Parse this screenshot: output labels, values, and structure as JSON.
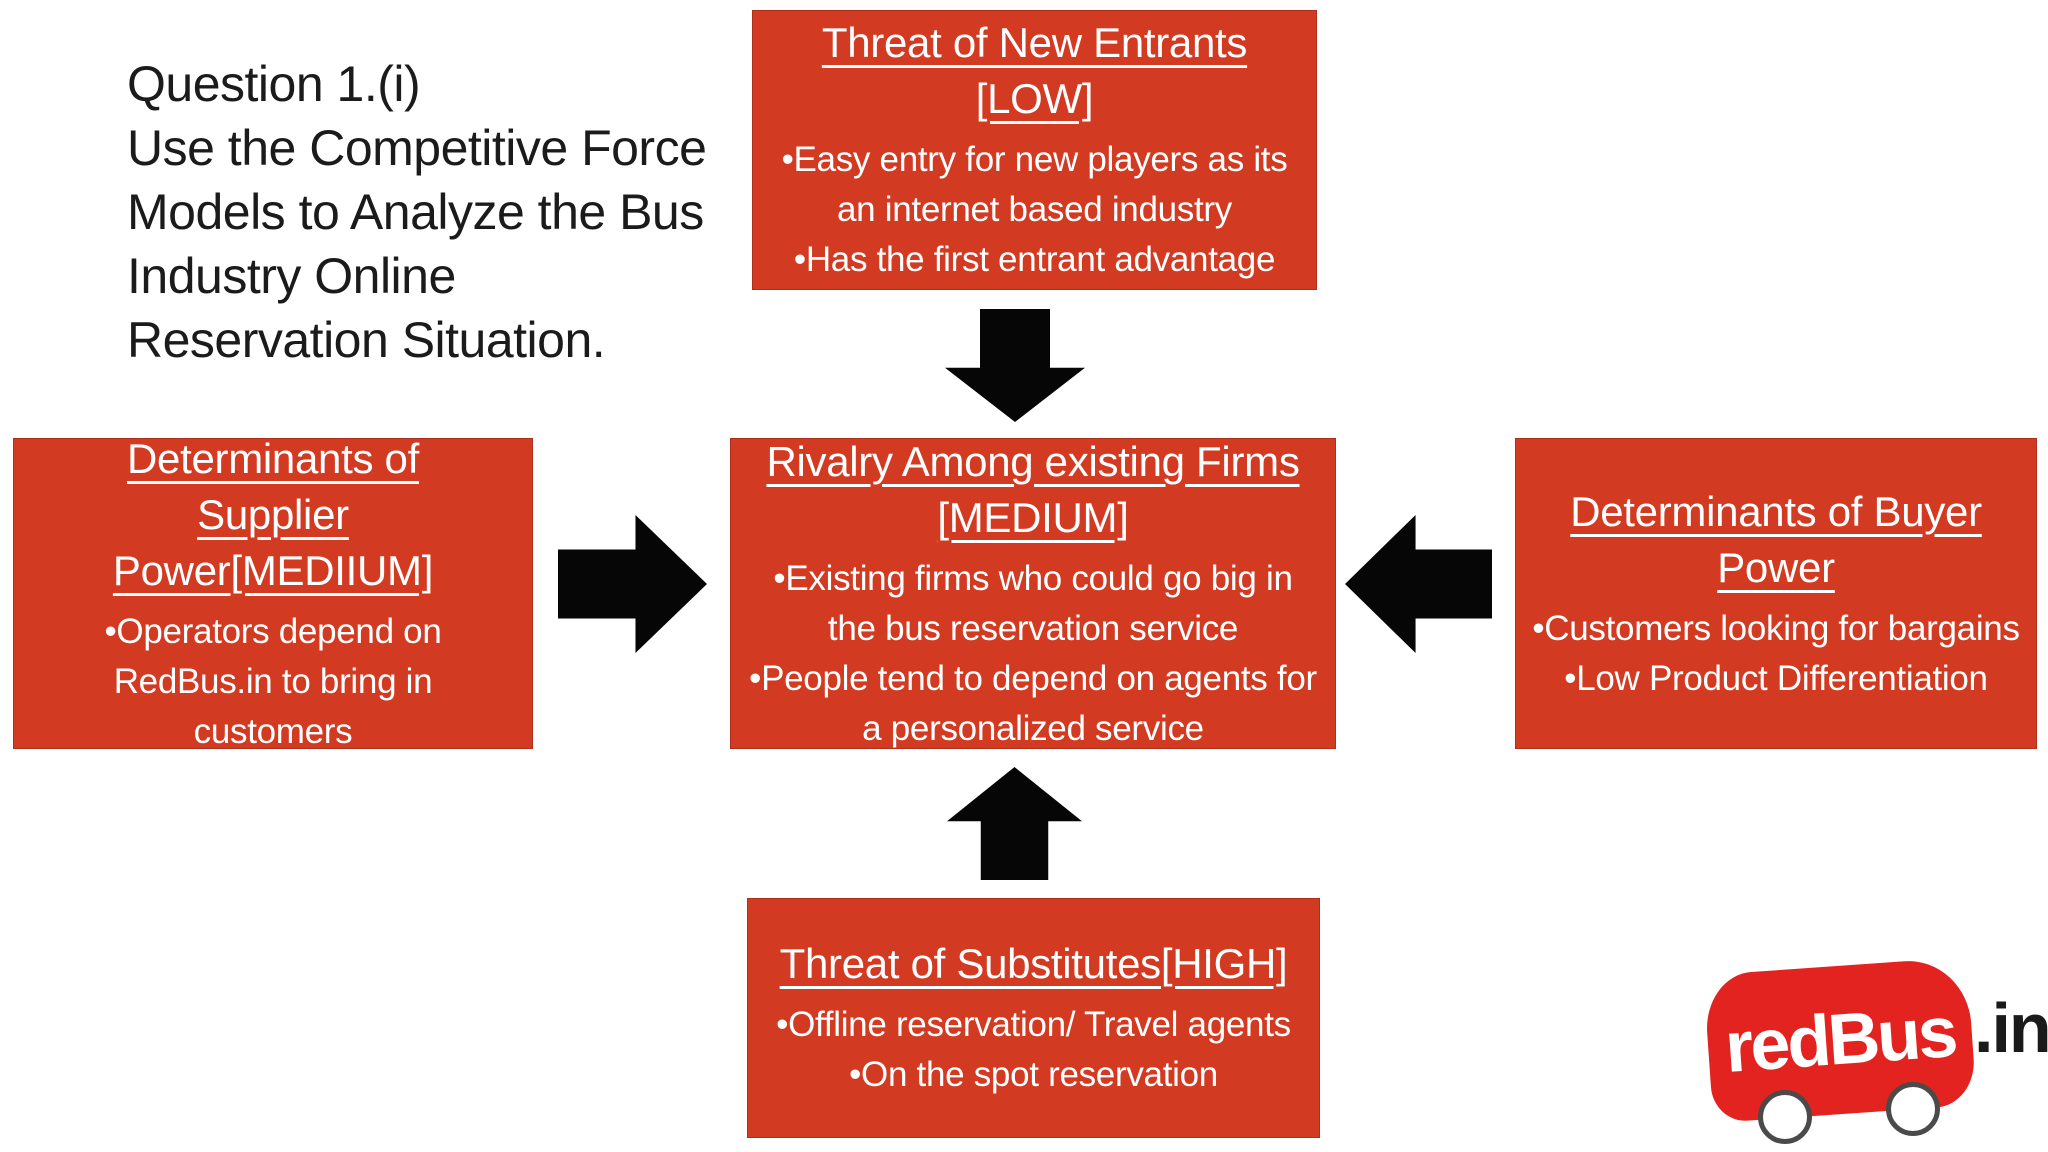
{
  "title": {
    "lines": [
      "Question 1.(i)",
      "Use the Competitive Force",
      "Models to Analyze the Bus",
      "Industry Online",
      "Reservation Situation."
    ]
  },
  "forces": {
    "new_entrants": {
      "heading": "Threat of New Entrants [LOW]",
      "bullets": [
        "•Easy entry for new players as its an internet based industry",
        "•Has the first entrant advantage"
      ]
    },
    "rivalry": {
      "heading": "Rivalry Among existing Firms [MEDIUM]",
      "bullets": [
        "•Existing firms who could go big in the bus reservation service",
        "•People tend to depend on agents for a personalized service"
      ]
    },
    "supplier_power": {
      "heading": "Determinants of Supplier Power[MEDIIUM]",
      "bullets": [
        "•Operators depend on RedBus.in to bring in customers"
      ]
    },
    "buyer_power": {
      "heading": "Determinants of Buyer Power",
      "bullets": [
        "•Customers looking for bargains",
        "•Low Product Differentiation"
      ]
    },
    "substitutes": {
      "heading": "Threat of Substitutes[HIGH]",
      "bullets": [
        "•Offline reservation/ Travel agents",
        "•On the spot reservation"
      ]
    }
  },
  "logo": {
    "brand": "redBus",
    "suffix": ".in"
  },
  "colors": {
    "box_red": "#d23a22",
    "box_text_white": "#ffffff",
    "arrow_black": "#060606",
    "title_black": "#1b1b1b",
    "logo_red": "#e3231f",
    "logo_suffix_dark": "#1a1a1a"
  }
}
